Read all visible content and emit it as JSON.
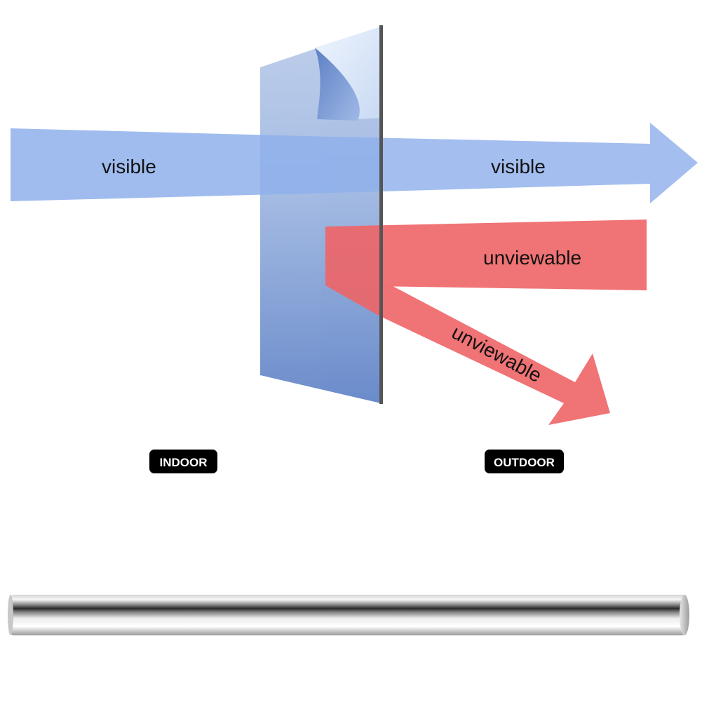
{
  "labels": {
    "visible_indoor": "visible",
    "visible_outdoor": "visible",
    "unviewable_straight": "unviewable",
    "unviewable_angled": "unviewable"
  },
  "badges": {
    "indoor": "INDOOR",
    "outdoor": "OUTDOOR"
  },
  "colors": {
    "visible_arrow": "#8fb0ec",
    "unviewable_arrow": "#ee6466",
    "film_panel": "#6a8dcb",
    "glass_edge": "#555555",
    "badge_bg": "#000000",
    "badge_text": "#ffffff"
  },
  "icons": {
    "film_panel": "window-film-panel",
    "film_roll": "film-roll"
  }
}
